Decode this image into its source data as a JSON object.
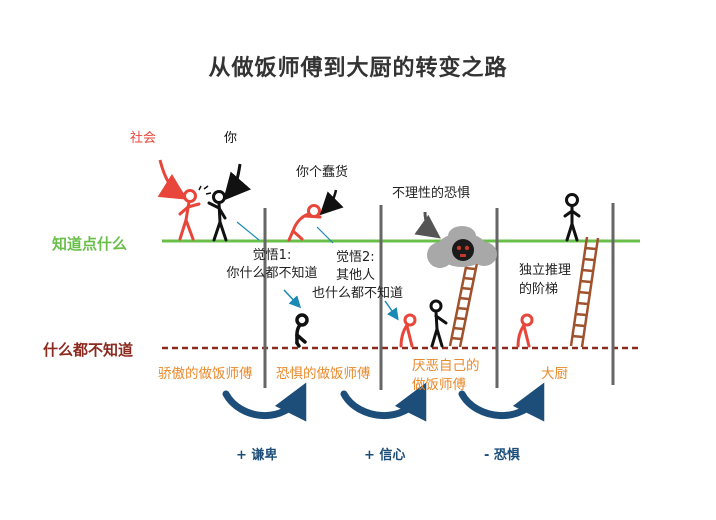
{
  "title": "从做饭师傅到大厨的转变之路",
  "levels": {
    "know_something": "知道点什么",
    "know_nothing": "什么都不知道"
  },
  "characters": {
    "society": "社会",
    "you": "你"
  },
  "speech": {
    "idiot": "你个蠢货",
    "irrational_fear": "不理性的恐惧",
    "independent_ladder_1": "独立推理",
    "independent_ladder_2": "的阶梯"
  },
  "realizations": {
    "r1_line1": "觉悟1:",
    "r1_line2": "你什么都不知道",
    "r2_line1": "觉悟2:",
    "r2_line2": "其他人",
    "r2_line3": "也什么都不知道"
  },
  "stages": [
    {
      "line1": "骄傲的做饭师傅",
      "line2": ""
    },
    {
      "line1": "恐惧的做饭师傅",
      "line2": ""
    },
    {
      "line1": "厌恶自己的",
      "line2": "做饭师傅"
    },
    {
      "line1": "大厨",
      "line2": ""
    }
  ],
  "transitions": [
    "+ 谦卑",
    "+ 信心",
    "- 恐惧"
  ],
  "colors": {
    "green": "#6abf4b",
    "dark_red": "#8b2a1f",
    "orange": "#e8892b",
    "red_figure": "#e8463a",
    "navy": "#1d4e7a",
    "teal": "#1a8ab5",
    "brown": "#a0522d"
  }
}
